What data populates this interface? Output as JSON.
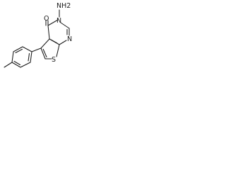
{
  "atoms": {
    "amino": "NH2",
    "ring_n_upper": "N",
    "ring_n_lower": "N",
    "carbonyl_o": "O",
    "thiophene_s": "S"
  }
}
